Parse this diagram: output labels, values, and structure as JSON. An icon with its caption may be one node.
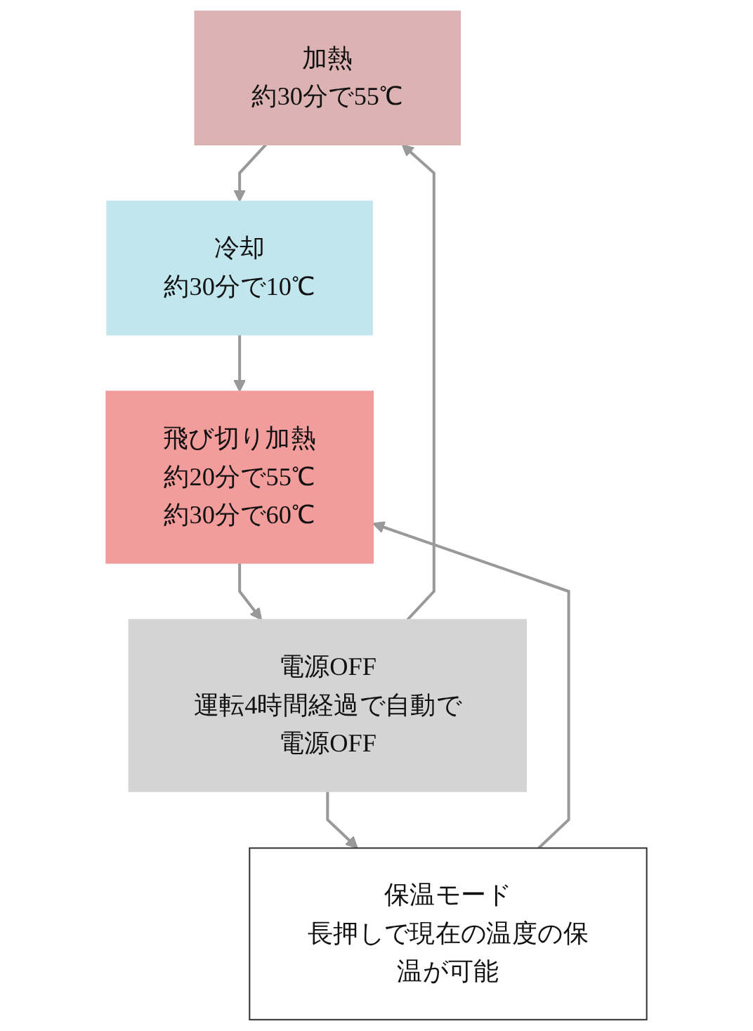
{
  "diagram": {
    "nodes": [
      {
        "text": [
          "加熱",
          "約30分で55℃"
        ]
      },
      {
        "text": [
          "冷却",
          "約30分で10℃"
        ]
      },
      {
        "text": [
          "電源OFF",
          "運転4時間経過で自動で電源OFF"
        ]
      },
      {
        "text": [
          "飛び切り加熱",
          "約20分で55℃",
          "約30分で60℃"
        ]
      },
      {
        "text": [
          "保温モード",
          "長押しで現在の温度の保温が可能"
        ]
      }
    ],
    "edges": [
      {
        "from": 0,
        "to": 1,
        "arrow": "to"
      },
      {
        "from": 1,
        "to": 3,
        "arrow": "to"
      },
      {
        "from": 3,
        "to": 2,
        "arrow": "to"
      },
      {
        "from": 2,
        "to": 0,
        "arrow": "to"
      },
      {
        "from": 2,
        "to": 4,
        "arrow": "to"
      },
      {
        "from": 4,
        "to": 3,
        "arrow": "to"
      }
    ]
  }
}
